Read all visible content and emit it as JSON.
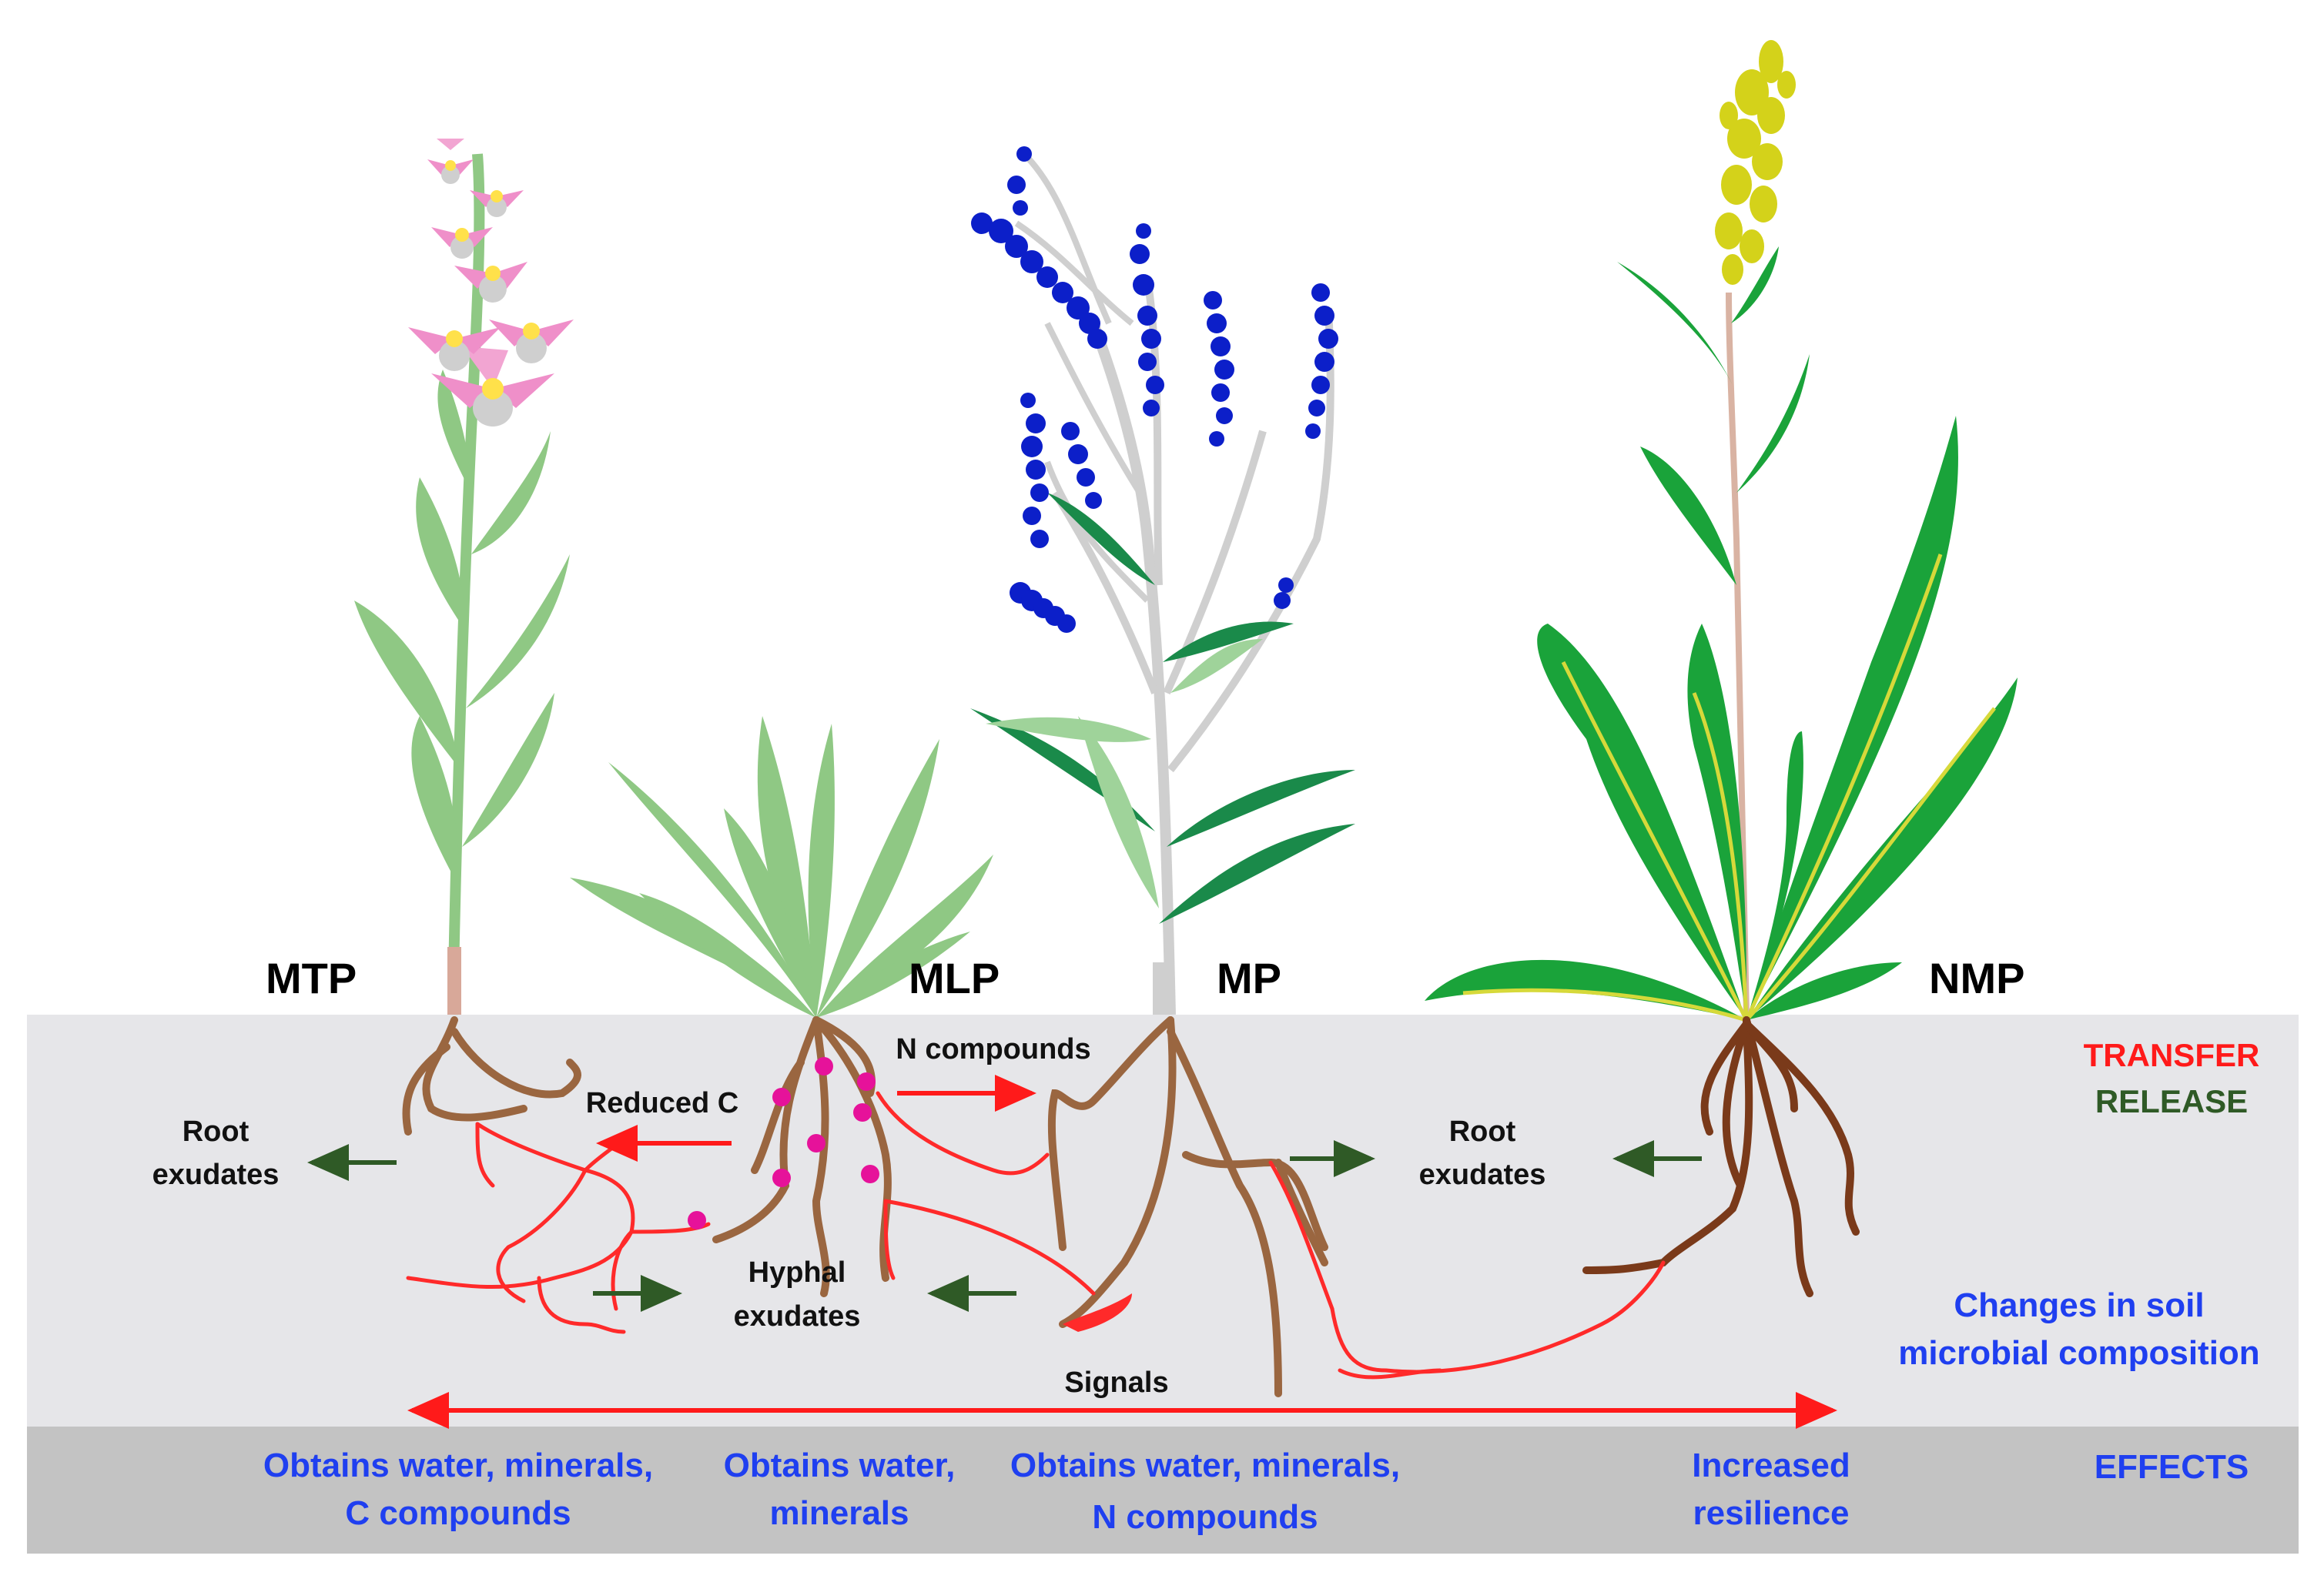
{
  "plants": {
    "mtp": "MTP",
    "mlp": "MLP",
    "mp": "MP",
    "nmp": "NMP"
  },
  "labels": {
    "root_exudates_left_1": "Root",
    "root_exudates_left_2": "exudates",
    "root_exudates_right_1": "Root",
    "root_exudates_right_2": "exudates",
    "reduced_c": "Reduced C",
    "n_compounds": "N compounds",
    "hyphal_exudates_1": "Hyphal",
    "hyphal_exudates_2": "exudates",
    "signals": "Signals"
  },
  "legend": {
    "transfer": "TRANSFER",
    "release": "RELEASE",
    "changes_1": "Changes in soil",
    "changes_2": "microbial composition",
    "effects": "EFFECTS"
  },
  "effects": {
    "mtp_1": "Obtains water, minerals,",
    "mtp_2": "C compounds",
    "mlp_1": "Obtains water,",
    "mlp_2": "minerals",
    "mp_1": "Obtains water, minerals,",
    "mp_2": "N compounds",
    "nmp_1": "Increased",
    "nmp_2": "resilience"
  },
  "colors": {
    "transfer": "#ff1a1a",
    "release": "#2f5a26",
    "effects_text": "#1f3ff0",
    "soil": "#e6e6e9",
    "effects_band": "#c3c3c3",
    "hyphae": "#ff2a2a",
    "roots": "#9a6640",
    "fungal_contact": "#e6129a"
  }
}
